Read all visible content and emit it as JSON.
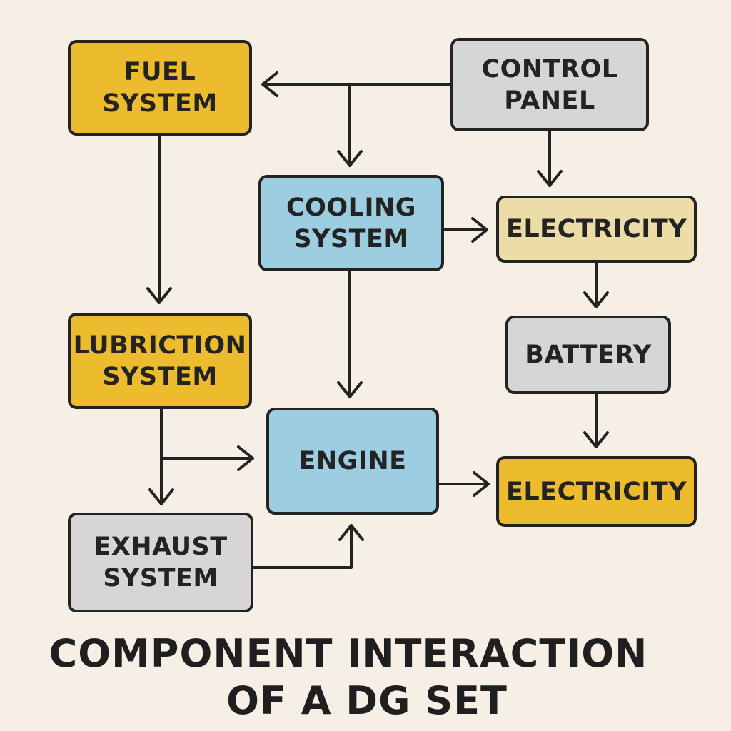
{
  "colors": {
    "background": "#f5efe5",
    "yellow": "#ecbb2e",
    "gray": "#d6d6d6",
    "blue": "#9dcde0",
    "tan": "#ecdca8",
    "ink": "#232323"
  },
  "nodes": {
    "fuel": [
      "FUEL",
      "SYSTEM"
    ],
    "control": [
      "CONTROL",
      "PANEL"
    ],
    "cooling": [
      "COOLING",
      "SYSTEM"
    ],
    "electricity_top": [
      "ELECTRICITY"
    ],
    "lubrication": [
      "LUBRICTION",
      "SYSTEM"
    ],
    "battery": [
      "BATTERY"
    ],
    "engine": [
      "ENGINE"
    ],
    "electricity_bottom": [
      "ELECTRICITY"
    ],
    "exhaust": [
      "EXHAUST",
      "SYSTEM"
    ]
  },
  "title": {
    "line1": "COMPONENT INTERACTION",
    "line2": "OF A DG SET"
  }
}
